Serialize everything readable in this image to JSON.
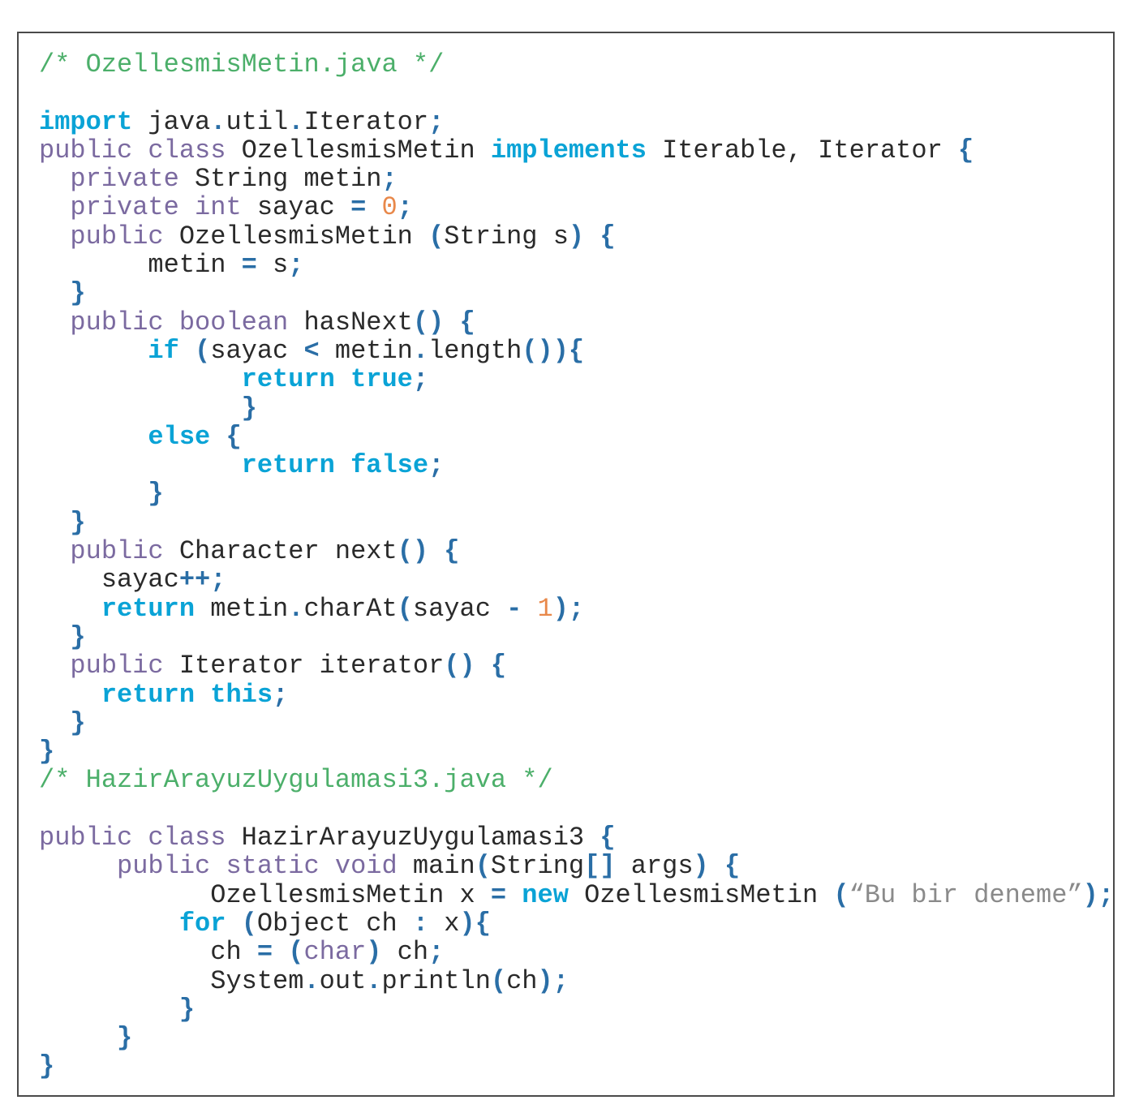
{
  "lines": [
    [
      {
        "c": "cm",
        "t": "/* OzellesmisMetin.java */"
      }
    ],
    [],
    [
      {
        "c": "kw",
        "t": "import"
      },
      {
        "c": "pl",
        "t": " java"
      },
      {
        "c": "op",
        "t": "."
      },
      {
        "c": "pl",
        "t": "util"
      },
      {
        "c": "op",
        "t": "."
      },
      {
        "c": "pl",
        "t": "Iterator"
      },
      {
        "c": "op",
        "t": ";"
      }
    ],
    [
      {
        "c": "mod",
        "t": "public class"
      },
      {
        "c": "pl",
        "t": " OzellesmisMetin "
      },
      {
        "c": "kw",
        "t": "implements"
      },
      {
        "c": "pl",
        "t": " Iterable, Iterator "
      },
      {
        "c": "op",
        "t": "{"
      }
    ],
    [
      {
        "c": "mod",
        "t": "  private"
      },
      {
        "c": "pl",
        "t": " String metin"
      },
      {
        "c": "op",
        "t": ";"
      }
    ],
    [
      {
        "c": "mod",
        "t": "  private int"
      },
      {
        "c": "pl",
        "t": " sayac "
      },
      {
        "c": "op",
        "t": "="
      },
      {
        "c": "pl",
        "t": " "
      },
      {
        "c": "num",
        "t": "0"
      },
      {
        "c": "op",
        "t": ";"
      }
    ],
    [
      {
        "c": "mod",
        "t": "  public"
      },
      {
        "c": "pl",
        "t": " OzellesmisMetin "
      },
      {
        "c": "op",
        "t": "("
      },
      {
        "c": "pl",
        "t": "String s"
      },
      {
        "c": "op",
        "t": ")"
      },
      {
        "c": "pl",
        "t": " "
      },
      {
        "c": "op",
        "t": "{"
      }
    ],
    [
      {
        "c": "pl",
        "t": "       metin "
      },
      {
        "c": "op",
        "t": "="
      },
      {
        "c": "pl",
        "t": " s"
      },
      {
        "c": "op",
        "t": ";"
      }
    ],
    [
      {
        "c": "op",
        "t": "  }"
      }
    ],
    [
      {
        "c": "mod",
        "t": "  public boolean"
      },
      {
        "c": "pl",
        "t": " hasNext"
      },
      {
        "c": "op",
        "t": "()"
      },
      {
        "c": "pl",
        "t": " "
      },
      {
        "c": "op",
        "t": "{"
      }
    ],
    [
      {
        "c": "kw",
        "t": "       if"
      },
      {
        "c": "pl",
        "t": " "
      },
      {
        "c": "op",
        "t": "("
      },
      {
        "c": "pl",
        "t": "sayac "
      },
      {
        "c": "op",
        "t": "<"
      },
      {
        "c": "pl",
        "t": " metin"
      },
      {
        "c": "op",
        "t": "."
      },
      {
        "c": "pl",
        "t": "length"
      },
      {
        "c": "op",
        "t": "()){"
      }
    ],
    [
      {
        "c": "kw",
        "t": "             return true"
      },
      {
        "c": "op",
        "t": ";"
      }
    ],
    [
      {
        "c": "op",
        "t": "             }"
      }
    ],
    [
      {
        "c": "kw",
        "t": "       else"
      },
      {
        "c": "pl",
        "t": " "
      },
      {
        "c": "op",
        "t": "{"
      }
    ],
    [
      {
        "c": "kw",
        "t": "             return false"
      },
      {
        "c": "op",
        "t": ";"
      }
    ],
    [
      {
        "c": "op",
        "t": "       }"
      }
    ],
    [
      {
        "c": "op",
        "t": "  }"
      }
    ],
    [
      {
        "c": "mod",
        "t": "  public"
      },
      {
        "c": "pl",
        "t": " Character next"
      },
      {
        "c": "op",
        "t": "()"
      },
      {
        "c": "pl",
        "t": " "
      },
      {
        "c": "op",
        "t": "{"
      }
    ],
    [
      {
        "c": "pl",
        "t": "    sayac"
      },
      {
        "c": "op",
        "t": "++;"
      }
    ],
    [
      {
        "c": "kw",
        "t": "    return"
      },
      {
        "c": "pl",
        "t": " metin"
      },
      {
        "c": "op",
        "t": "."
      },
      {
        "c": "pl",
        "t": "charAt"
      },
      {
        "c": "op",
        "t": "("
      },
      {
        "c": "pl",
        "t": "sayac "
      },
      {
        "c": "op",
        "t": "-"
      },
      {
        "c": "pl",
        "t": " "
      },
      {
        "c": "num",
        "t": "1"
      },
      {
        "c": "op",
        "t": ");"
      }
    ],
    [
      {
        "c": "op",
        "t": "  }"
      }
    ],
    [
      {
        "c": "mod",
        "t": "  public"
      },
      {
        "c": "pl",
        "t": " Iterator iterator"
      },
      {
        "c": "op",
        "t": "()"
      },
      {
        "c": "pl",
        "t": " "
      },
      {
        "c": "op",
        "t": "{"
      }
    ],
    [
      {
        "c": "kw",
        "t": "    return this"
      },
      {
        "c": "op",
        "t": ";"
      }
    ],
    [
      {
        "c": "op",
        "t": "  }"
      }
    ],
    [
      {
        "c": "op",
        "t": "}"
      }
    ],
    [
      {
        "c": "cm",
        "t": "/* HazirArayuzUygulamasi3.java */"
      }
    ],
    [],
    [
      {
        "c": "mod",
        "t": "public class"
      },
      {
        "c": "pl",
        "t": " HazirArayuzUygulamasi3 "
      },
      {
        "c": "op",
        "t": "{"
      }
    ],
    [
      {
        "c": "mod",
        "t": "     public static void"
      },
      {
        "c": "pl",
        "t": " main"
      },
      {
        "c": "op",
        "t": "("
      },
      {
        "c": "pl",
        "t": "String"
      },
      {
        "c": "op",
        "t": "[]"
      },
      {
        "c": "pl",
        "t": " args"
      },
      {
        "c": "op",
        "t": ")"
      },
      {
        "c": "pl",
        "t": " "
      },
      {
        "c": "op",
        "t": "{"
      }
    ],
    [
      {
        "c": "pl",
        "t": "           OzellesmisMetin x "
      },
      {
        "c": "op",
        "t": "="
      },
      {
        "c": "pl",
        "t": " "
      },
      {
        "c": "kw",
        "t": "new"
      },
      {
        "c": "pl",
        "t": " OzellesmisMetin "
      },
      {
        "c": "op",
        "t": "("
      },
      {
        "c": "str",
        "t": "“Bu bir deneme”"
      },
      {
        "c": "op",
        "t": ");"
      }
    ],
    [
      {
        "c": "kw",
        "t": "         for"
      },
      {
        "c": "pl",
        "t": " "
      },
      {
        "c": "op",
        "t": "("
      },
      {
        "c": "pl",
        "t": "Object ch "
      },
      {
        "c": "op",
        "t": ":"
      },
      {
        "c": "pl",
        "t": " x"
      },
      {
        "c": "op",
        "t": "){"
      }
    ],
    [
      {
        "c": "pl",
        "t": "           ch "
      },
      {
        "c": "op",
        "t": "="
      },
      {
        "c": "pl",
        "t": " "
      },
      {
        "c": "op",
        "t": "("
      },
      {
        "c": "mod",
        "t": "char"
      },
      {
        "c": "op",
        "t": ")"
      },
      {
        "c": "pl",
        "t": " ch"
      },
      {
        "c": "op",
        "t": ";"
      }
    ],
    [
      {
        "c": "pl",
        "t": "           System"
      },
      {
        "c": "op",
        "t": "."
      },
      {
        "c": "pl",
        "t": "out"
      },
      {
        "c": "op",
        "t": "."
      },
      {
        "c": "pl",
        "t": "println"
      },
      {
        "c": "op",
        "t": "("
      },
      {
        "c": "pl",
        "t": "ch"
      },
      {
        "c": "op",
        "t": ");"
      }
    ],
    [
      {
        "c": "op",
        "t": "         }"
      }
    ],
    [
      {
        "c": "op",
        "t": "     }"
      }
    ],
    [
      {
        "c": "op",
        "t": "}"
      }
    ]
  ]
}
